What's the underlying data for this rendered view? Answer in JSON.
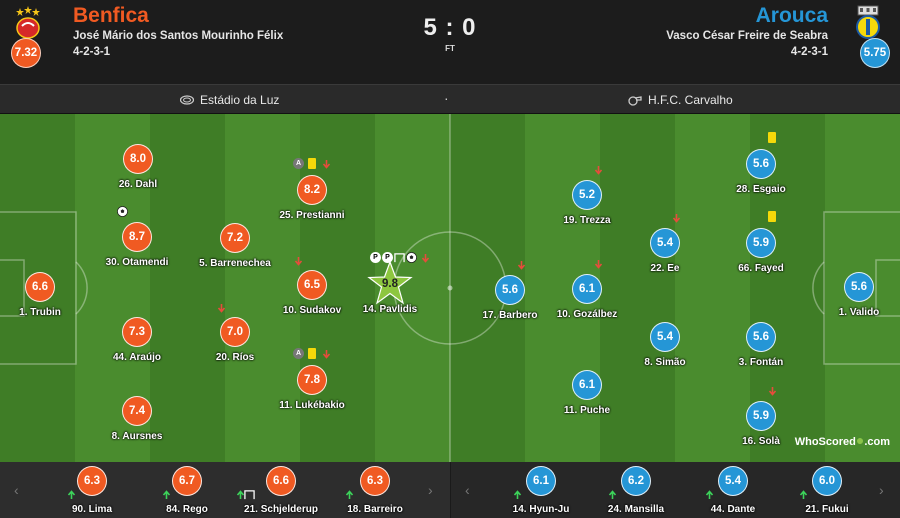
{
  "home": {
    "name": "Benfica",
    "manager": "José Mário dos Santos Mourinho Félix",
    "formation": "4-2-3-1",
    "rating": "7.32",
    "color": "#f05a22"
  },
  "away": {
    "name": "Arouca",
    "manager": "Vasco César Freire de Seabra",
    "formation": "4-2-3-1",
    "rating": "5.75",
    "color": "#2596d6"
  },
  "score": "5 : 0",
  "status": "FT",
  "info": {
    "stadium": "Estádio da Luz",
    "separator": "·",
    "referee": "H.F.C. Carvalho"
  },
  "home_players": [
    {
      "num": "1",
      "name": "Trubin",
      "rating": "6.6"
    },
    {
      "num": "26",
      "name": "Dahl",
      "rating": "8.0"
    },
    {
      "num": "30",
      "name": "Otamendi",
      "rating": "8.7",
      "goal": true
    },
    {
      "num": "44",
      "name": "Araújo",
      "rating": "7.3"
    },
    {
      "num": "8",
      "name": "Aursnes",
      "rating": "7.4"
    },
    {
      "num": "5",
      "name": "Barrenechea",
      "rating": "7.2"
    },
    {
      "num": "20",
      "name": "Ríos",
      "rating": "7.0",
      "subbed_off": true
    },
    {
      "num": "25",
      "name": "Prestianni",
      "rating": "8.2",
      "assist": true,
      "yellow": true,
      "subbed_off": true
    },
    {
      "num": "10",
      "name": "Sudakov",
      "rating": "6.5",
      "subbed_off": true
    },
    {
      "num": "11",
      "name": "Lukébakio",
      "rating": "7.8",
      "assist": true,
      "yellow": true,
      "subbed_off": true
    },
    {
      "num": "14",
      "name": "Pavlidis",
      "rating": "9.8",
      "motm": true,
      "subbed_off": true
    }
  ],
  "away_players": [
    {
      "num": "1",
      "name": "Valido",
      "rating": "5.6"
    },
    {
      "num": "28",
      "name": "Esgaio",
      "rating": "5.6",
      "yellow": true
    },
    {
      "num": "66",
      "name": "Fayed",
      "rating": "5.9",
      "yellow": true
    },
    {
      "num": "3",
      "name": "Fontán",
      "rating": "5.6"
    },
    {
      "num": "16",
      "name": "Solà",
      "rating": "5.9",
      "subbed_off": true
    },
    {
      "num": "22",
      "name": "Ee",
      "rating": "5.4",
      "subbed_off": true
    },
    {
      "num": "8",
      "name": "Simão",
      "rating": "5.4"
    },
    {
      "num": "19",
      "name": "Trezza",
      "rating": "5.2",
      "subbed_off": true
    },
    {
      "num": "10",
      "name": "Gozálbez",
      "rating": "6.1",
      "subbed_off": true
    },
    {
      "num": "11",
      "name": "Puche",
      "rating": "6.1"
    },
    {
      "num": "17",
      "name": "Barbero",
      "rating": "5.6",
      "subbed_off": true
    }
  ],
  "home_subs": [
    {
      "num": "90",
      "name": "Lima",
      "rating": "6.3"
    },
    {
      "num": "84",
      "name": "Rego",
      "rating": "6.7"
    },
    {
      "num": "21",
      "name": "Schjelderup",
      "rating": "6.6"
    },
    {
      "num": "18",
      "name": "Barreiro",
      "rating": "6.3"
    }
  ],
  "away_subs": [
    {
      "num": "14",
      "name": "Hyun-Ju",
      "rating": "6.1"
    },
    {
      "num": "24",
      "name": "Mansilla",
      "rating": "6.2"
    },
    {
      "num": "44",
      "name": "Dante",
      "rating": "5.4"
    },
    {
      "num": "21",
      "name": "Fukui",
      "rating": "6.0"
    }
  ],
  "watermark": "WhoScored",
  "watermark_suffix": ".com",
  "nav": {
    "prev": "‹",
    "next": "›"
  },
  "assist_letter": "A",
  "pen_letter": "P"
}
